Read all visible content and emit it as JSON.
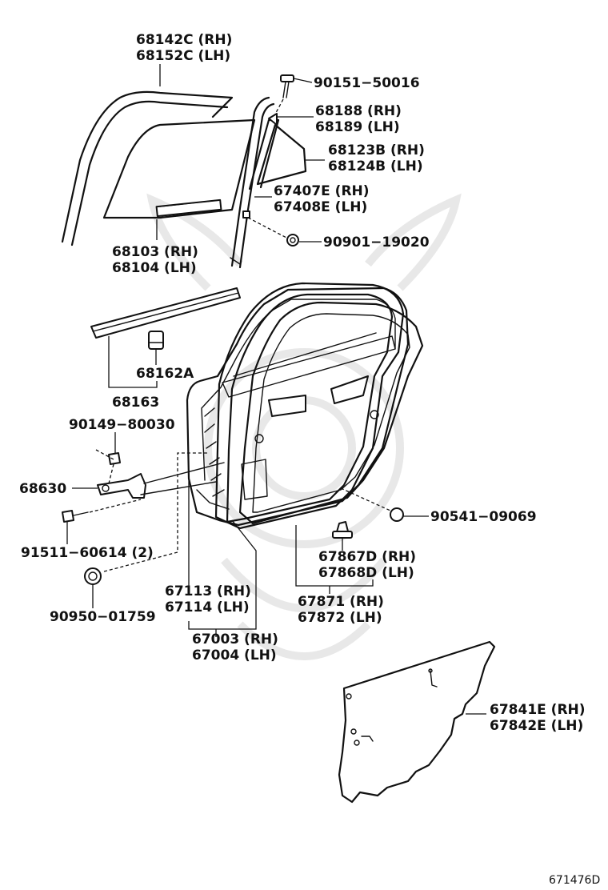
{
  "diagram_id": "671476D",
  "labels": {
    "l68142C": "68142C (RH)",
    "l68152C": "68152C (LH)",
    "l90151": "90151−50016",
    "l68188": "68188 (RH)",
    "l68189": "68189 (LH)",
    "l68123B": "68123B (RH)",
    "l68124B": "68124B (LH)",
    "l67407E": "67407E (RH)",
    "l67408E": "67408E (LH)",
    "l90901": "90901−19020",
    "l68103": "68103 (RH)",
    "l68104": "68104 (LH)",
    "l68162A": "68162A",
    "l68163": "68163",
    "l90149": "90149−80030",
    "l68630": "68630",
    "l91511": "91511−60614 (2)",
    "l90950": "90950−01759",
    "l90541": "90541−09069",
    "l67867D": "67867D (RH)",
    "l67868D": "67868D (LH)",
    "l67113": "67113 (RH)",
    "l67114": "67114 (LH)",
    "l67871": "67871 (RH)",
    "l67872": "67872 (LH)",
    "l67003": "67003 (RH)",
    "l67004": "67004 (LH)",
    "l67841E": "67841E (RH)",
    "l67842E": "67842E (LH)"
  }
}
